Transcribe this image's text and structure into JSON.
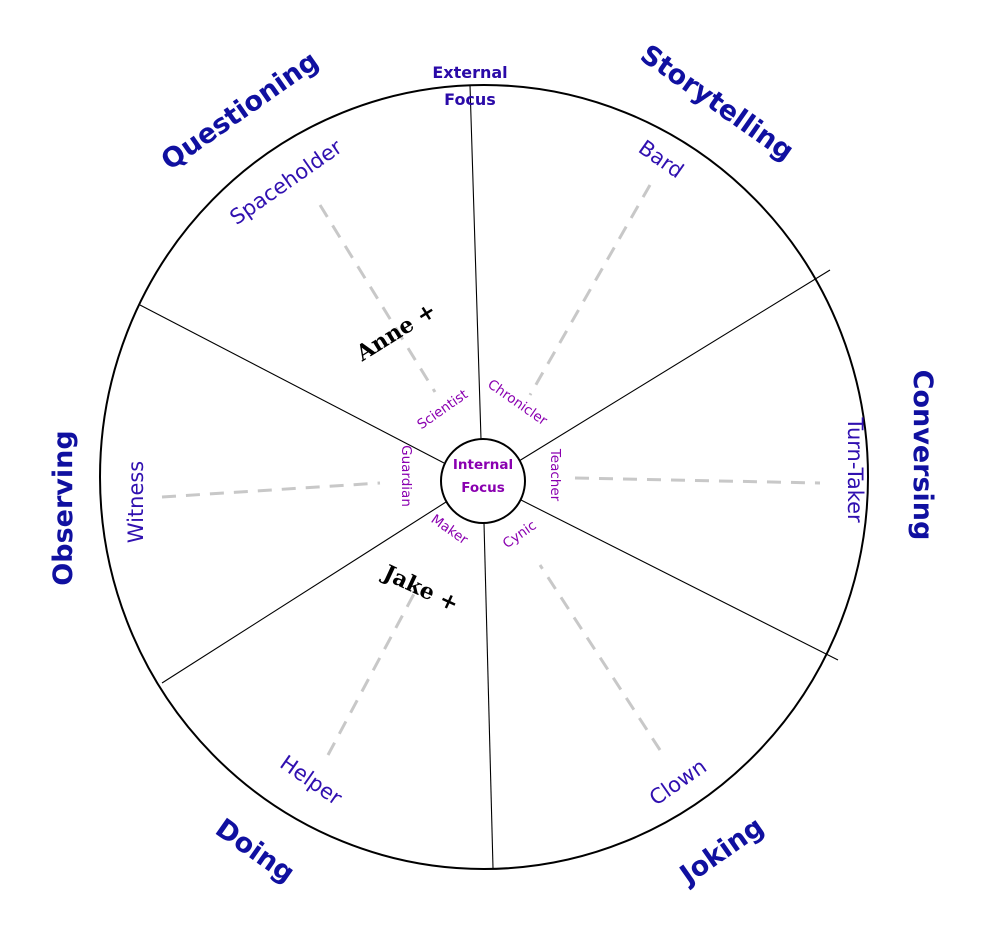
{
  "outer_labels": {
    "questioning": "Questioning",
    "storytelling": "Storytelling",
    "conversing": "Conversing",
    "joking": "Joking",
    "doing": "Doing",
    "observing": "Observing"
  },
  "external_focus": {
    "line1": "External",
    "line2": "Focus"
  },
  "internal_focus": {
    "line1": "Internal",
    "line2": "Focus"
  },
  "roles": {
    "spaceholder": "Spaceholder",
    "bard": "Bard",
    "turn_taker": "Turn-Taker",
    "clown": "Clown",
    "helper": "Helper",
    "witness": "Witness"
  },
  "inner_roles": {
    "scientist": "Scientist",
    "chronicler": "Chronicler",
    "teacher": "Teacher",
    "cynic": "Cynic",
    "maker": "Maker",
    "guardian": "Guardian"
  },
  "people": {
    "anne": "Anne +",
    "jake": "Jake +"
  }
}
